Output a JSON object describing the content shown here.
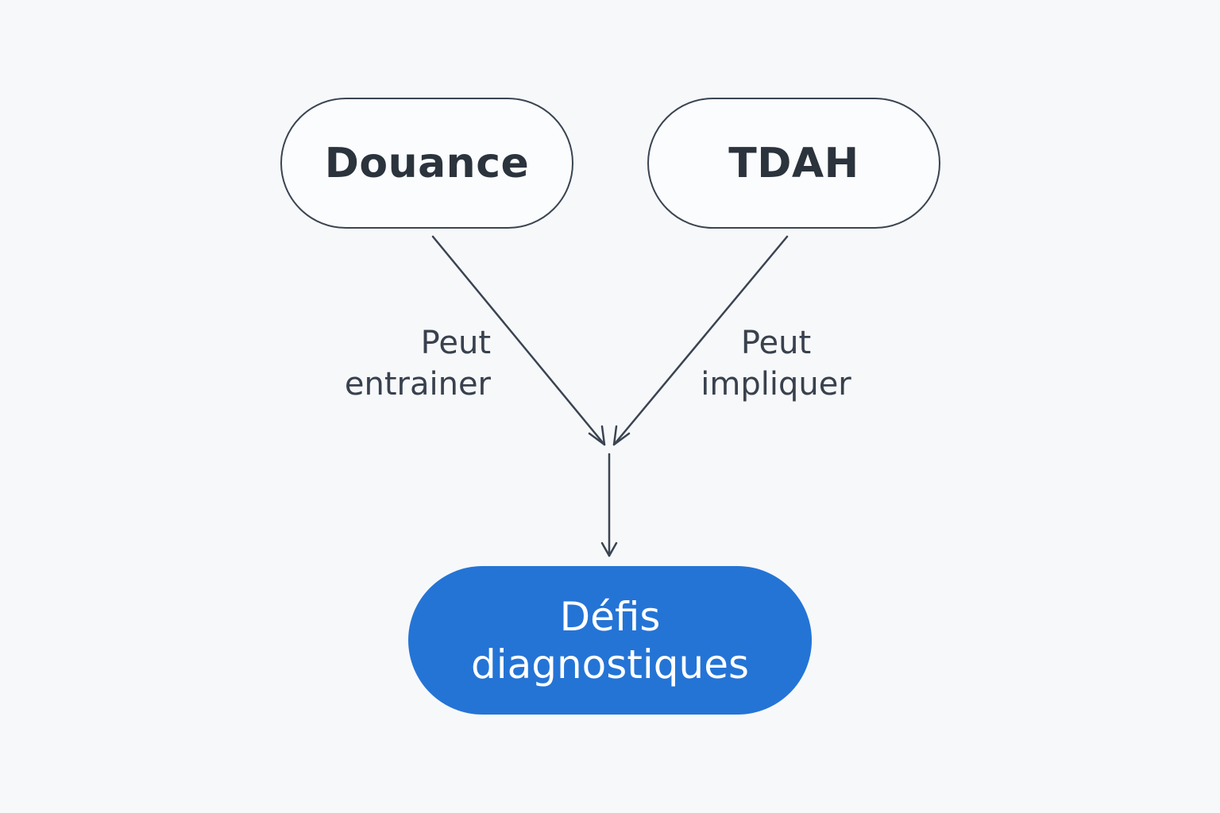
{
  "diagram": {
    "nodes": {
      "douance": {
        "label": "Douance"
      },
      "tdah": {
        "label": "TDAH"
      },
      "defis": {
        "line1": "Défis",
        "line2": "diagnostiques"
      }
    },
    "edges": {
      "left": {
        "from": "douance",
        "to": "defis",
        "line1": "Peut",
        "line2": "entrainer"
      },
      "right": {
        "from": "tdah",
        "to": "defis",
        "line1": "Peut",
        "line2": "impliquer"
      }
    }
  },
  "colors": {
    "background": "#f7f8fa",
    "outline": "#3a4452",
    "text_dark": "#2b333d",
    "accent": "#2474d6",
    "accent_text": "#ffffff"
  }
}
